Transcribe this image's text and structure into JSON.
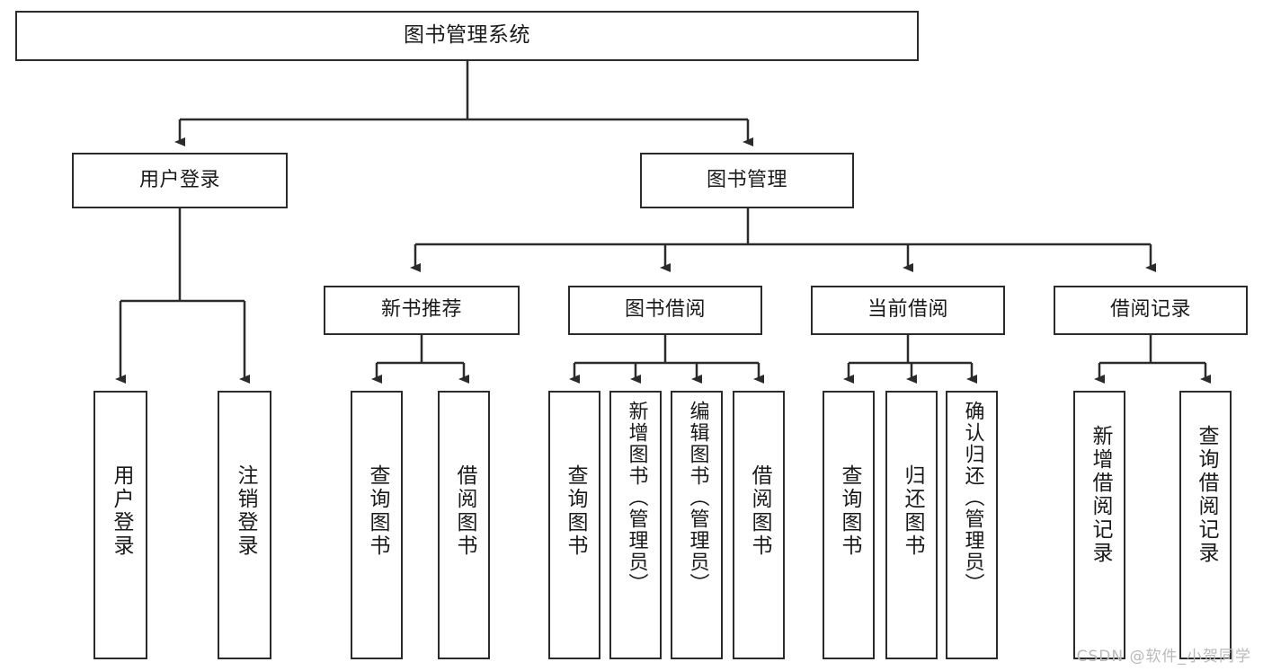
{
  "diagram": {
    "type": "tree",
    "title": "图书管理系统",
    "root": {
      "label": "图书管理系统"
    },
    "level1": [
      {
        "label": "用户登录"
      },
      {
        "label": "图书管理"
      }
    ],
    "level2": [
      {
        "label": "新书推荐"
      },
      {
        "label": "图书借阅"
      },
      {
        "label": "当前借阅"
      },
      {
        "label": "借阅记录"
      }
    ],
    "leaves": {
      "user_login": [
        {
          "label": "用户登录"
        },
        {
          "label": "注销登录"
        }
      ],
      "new_book_recommend": [
        {
          "label": "查询图书"
        },
        {
          "label": "借阅图书"
        }
      ],
      "book_borrow": [
        {
          "label": "查询图书"
        },
        {
          "label": "新增图书（管理员）"
        },
        {
          "label": "编辑图书（管理员）"
        },
        {
          "label": "借阅图书"
        }
      ],
      "current_borrow": [
        {
          "label": "查询图书"
        },
        {
          "label": "归还图书"
        },
        {
          "label": "确认归还（管理员）"
        }
      ],
      "borrow_records": [
        {
          "label": "新增借阅记录"
        },
        {
          "label": "查询借阅记录"
        }
      ]
    },
    "watermark": "CSDN @软件_小贺同学",
    "colors": {
      "stroke": "#2b2b2b",
      "fill": "#ffffff",
      "text": "#1a1a1a",
      "watermark": "#b9b9b9"
    }
  }
}
